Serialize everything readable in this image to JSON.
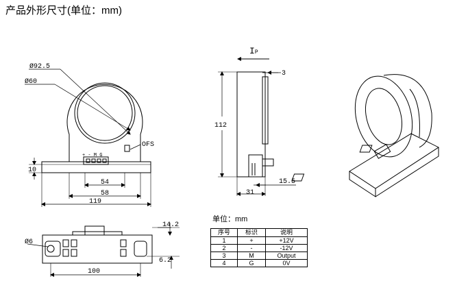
{
  "title": "产品外形尺寸(单位：mm)",
  "front_view": {
    "dim_outer_dia": "Ø92.5",
    "dim_inner_dia": "Ø60",
    "offset_label": "OFS",
    "connector_pins": "+ - M G",
    "dim_10": "10",
    "dim_54": "54",
    "dim_58": "58",
    "dim_119": "119"
  },
  "side_view": {
    "current_label": "I",
    "current_sub": "P",
    "dim_3": "3",
    "dim_112": "112",
    "dim_15_5": "15.5",
    "dim_31": "31"
  },
  "bottom_view": {
    "dim_hole": "Ø6",
    "dim_14_2": "14.2",
    "dim_6_2": "6.2",
    "dim_100": "100"
  },
  "unit_label": "单位：mm",
  "pin_table": {
    "headers": [
      "序号",
      "标识",
      "说明"
    ],
    "rows": [
      [
        "1",
        "+",
        "+12V"
      ],
      [
        "2",
        "-",
        "-12V"
      ],
      [
        "3",
        "M",
        "Output"
      ],
      [
        "4",
        "G",
        "0V"
      ]
    ]
  }
}
